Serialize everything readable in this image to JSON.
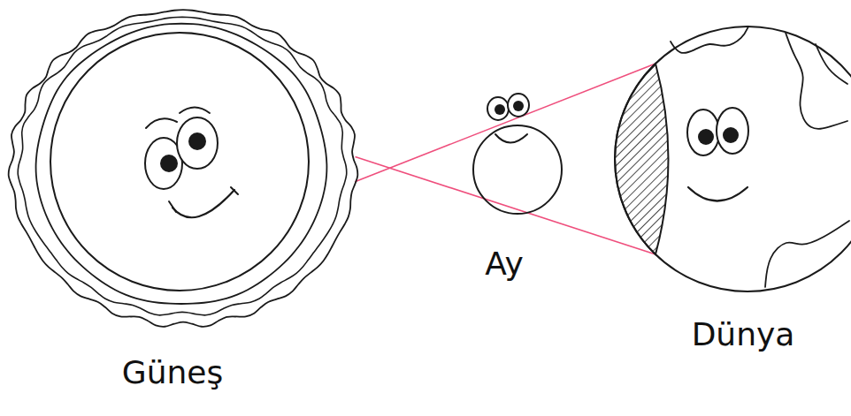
{
  "diagram": {
    "nodes": [
      {
        "text": [
          "Güneş"
        ]
      },
      {
        "text": [
          "Ay"
        ]
      },
      {
        "text": [
          "Dünya"
        ]
      }
    ],
    "edges": [
      {
        "from": 0,
        "to": 2,
        "arrow": "none"
      },
      {
        "from": 0,
        "to": 2,
        "arrow": "none"
      }
    ]
  }
}
